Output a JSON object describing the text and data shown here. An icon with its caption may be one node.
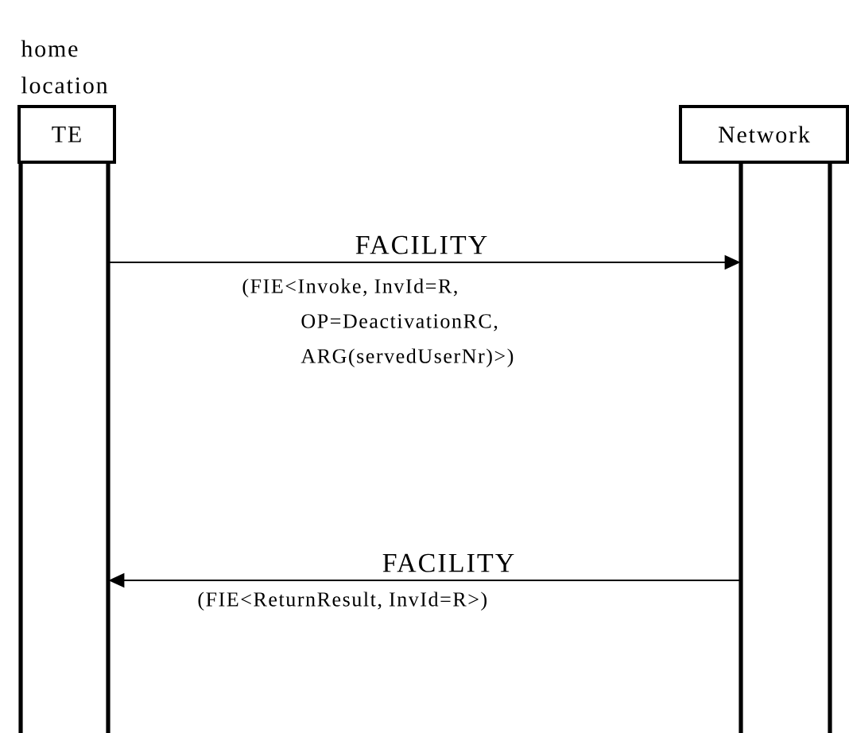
{
  "diagram": {
    "nodes": [
      {
        "text": [
          "TE"
        ],
        "beside": [
          "home location"
        ]
      },
      {
        "text": [
          "Network"
        ]
      },
      {
        "text": [],
        "shape": "bar"
      },
      {
        "text": [],
        "shape": "bar"
      }
    ],
    "edges": [
      {
        "from": 2,
        "to": 3,
        "arrow": "to",
        "label": "FACILITY"
      },
      {
        "from": 3,
        "to": 2,
        "arrow": "to",
        "label": "FACILITY"
      }
    ],
    "labels": [
      "(FIE<Invoke, InvId=R, OP=DeactivationRC, ARG(servedUserNr)>)",
      "(FIE<ReturnResult, InvId=R>)"
    ]
  }
}
